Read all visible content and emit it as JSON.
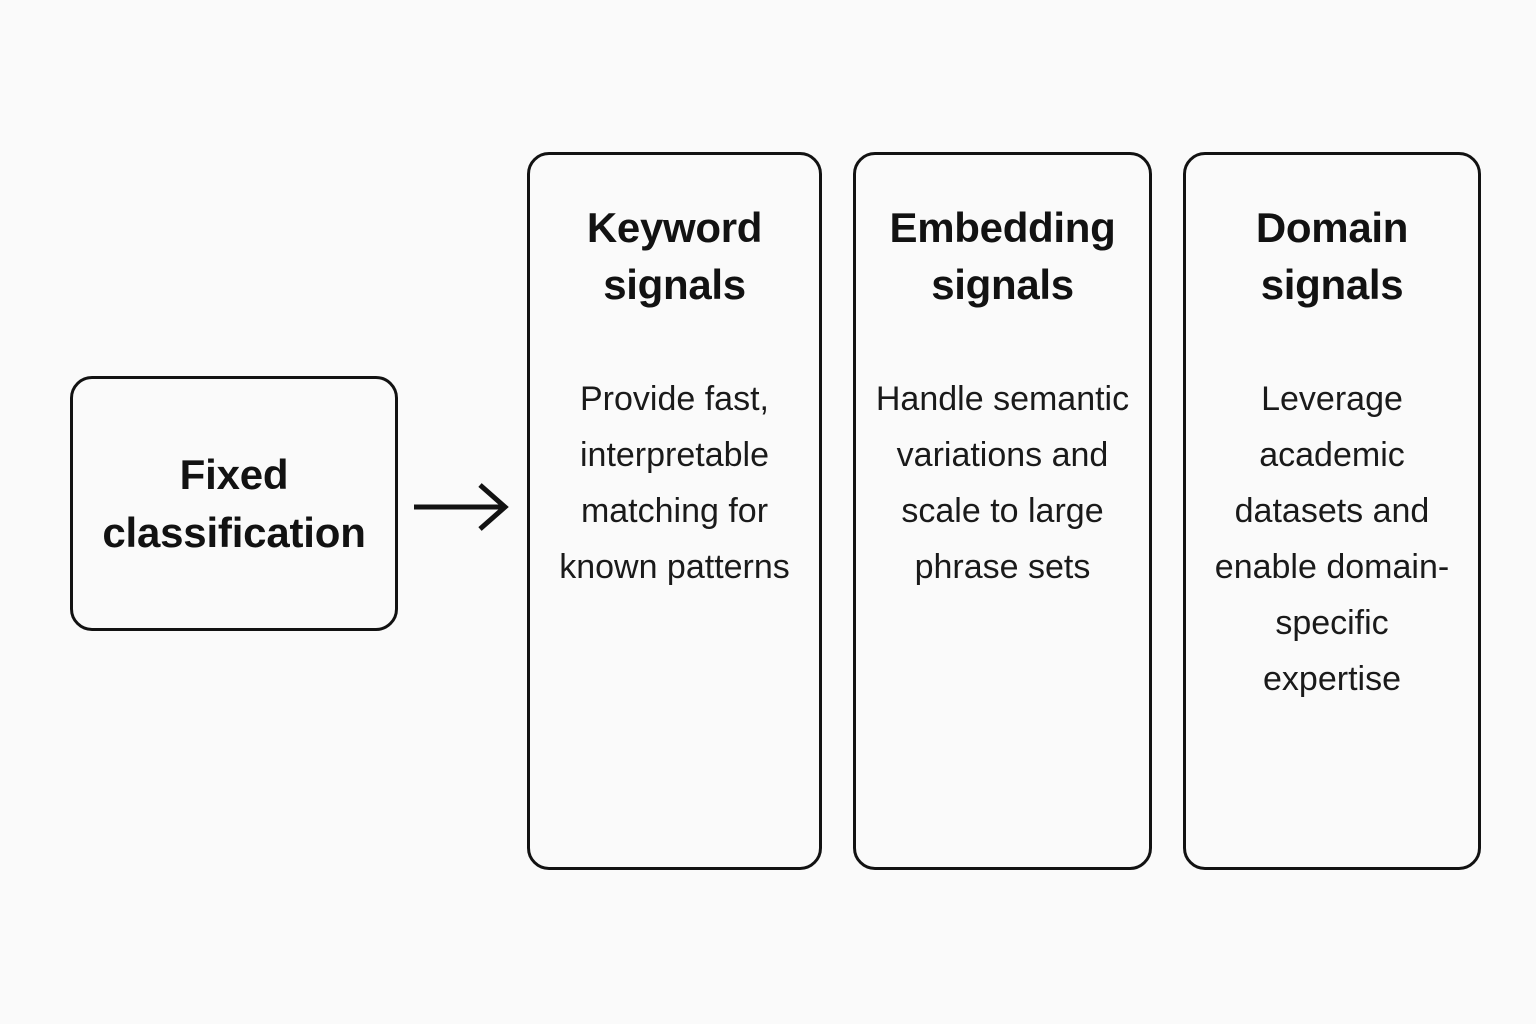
{
  "diagram": {
    "background_color": "#fafafa",
    "stroke_color": "#121212",
    "text_color": "#121212",
    "source": {
      "label": "Fixed classification"
    },
    "connector": {
      "icon": "arrow-right-icon"
    },
    "cards": [
      {
        "title": "Keyword signals",
        "body": "Provide fast, interpretable matching for known patterns"
      },
      {
        "title": "Embedding signals",
        "body": "Handle semantic variations and scale to large phrase sets"
      },
      {
        "title": "Domain signals",
        "body": "Leverage academic datasets and enable domain-specific expertise"
      }
    ]
  }
}
